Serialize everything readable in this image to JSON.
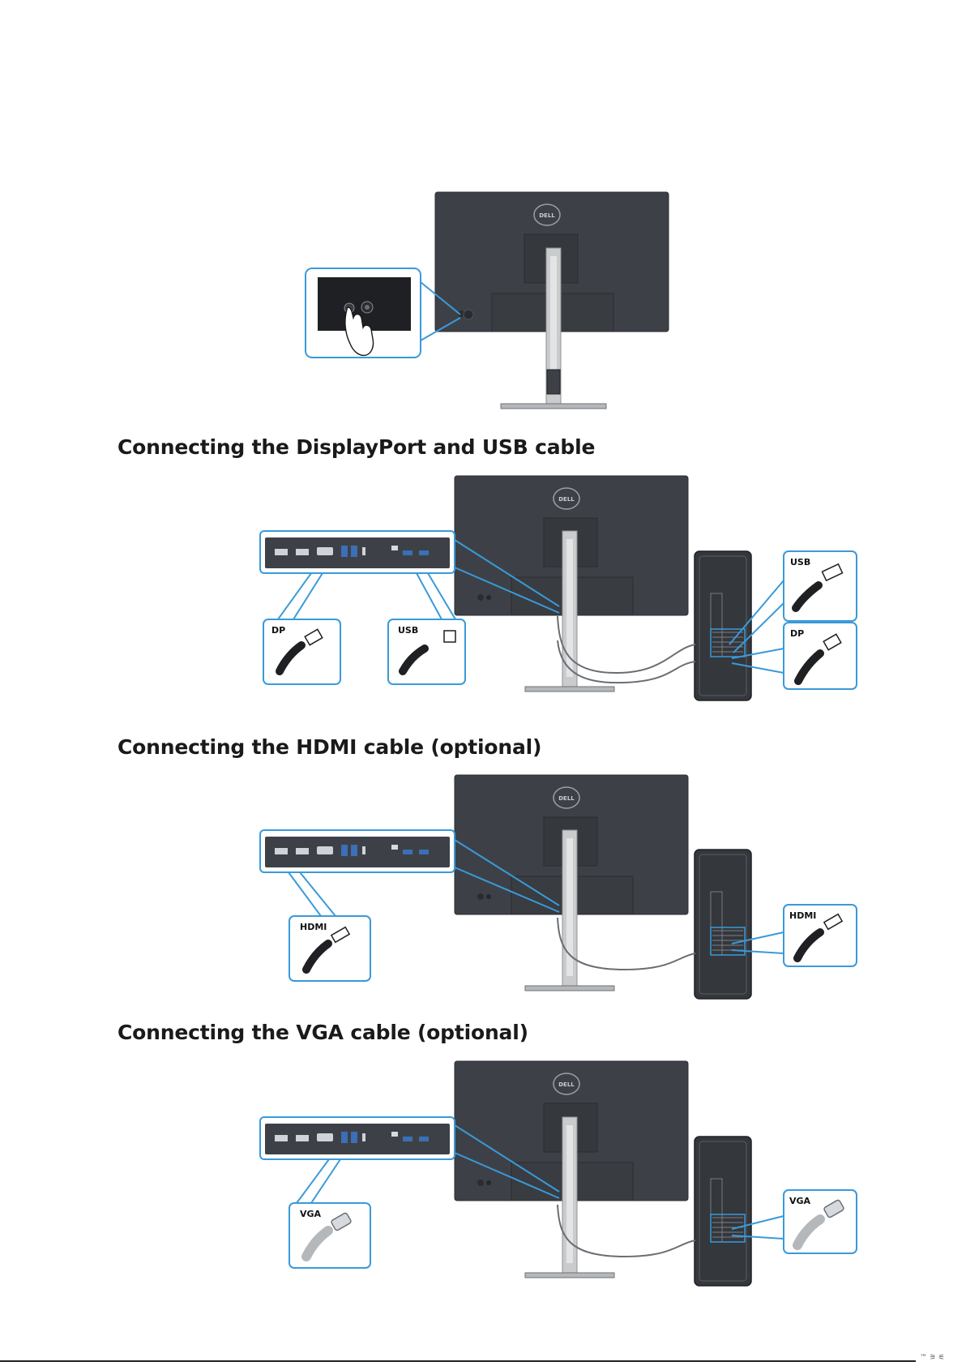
{
  "sections": [
    {
      "title": ""
    },
    {
      "title": "Connecting the DisplayPort and USB cable"
    },
    {
      "title": "Connecting the HDMI cable (optional)"
    },
    {
      "title": "Connecting the VGA cable (optional)"
    }
  ],
  "logo_text": "DELL",
  "callouts": {
    "dp": "DP",
    "usb": "USB",
    "hdmi": "HDMI",
    "vga": "VGA"
  },
  "colors": {
    "callout_stroke": "#3a9ad9",
    "monitor_body": "#3d4147",
    "stand": "#c9cbcd",
    "background": "#ffffff"
  },
  "corner_mark": "™ ⚞ ⚟"
}
